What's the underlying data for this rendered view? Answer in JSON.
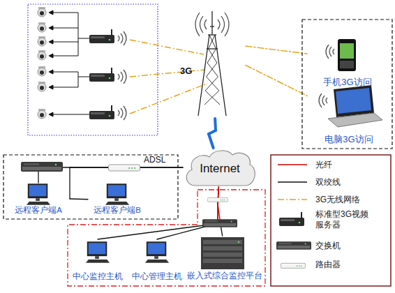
{
  "diagram": {
    "nodes": [
      {
        "text": [
          "3G"
        ]
      },
      {
        "text": [
          "Internet"
        ]
      },
      {
        "text": [
          "手机3G访问"
        ]
      },
      {
        "text": [
          "电脑3G访问"
        ]
      },
      {
        "text": [
          "远程客户端A"
        ]
      },
      {
        "text": [
          "远程客户端B"
        ]
      },
      {
        "text": [
          "中心监控主机"
        ]
      },
      {
        "text": [
          "中心管理主机"
        ]
      },
      {
        "text": [
          "嵌入式综合监控平台"
        ]
      }
    ],
    "edges": [
      {
        "from": 0,
        "to": 1,
        "arrow": "none"
      },
      {
        "from": 0,
        "to": 2,
        "arrow": "none"
      },
      {
        "from": 0,
        "to": 3,
        "arrow": "none"
      },
      {
        "from": 4,
        "to": 1,
        "arrow": "none"
      },
      {
        "from": 5,
        "to": 1,
        "arrow": "none"
      },
      {
        "from": 6,
        "to": 1,
        "arrow": "none"
      },
      {
        "from": 7,
        "to": 1,
        "arrow": "none"
      },
      {
        "from": 8,
        "to": 1,
        "arrow": "none"
      }
    ],
    "labels": [
      "ADSL"
    ],
    "legend": [
      {
        "text": "光纤"
      },
      {
        "text": "双绞线"
      },
      {
        "text": "3G无线网络"
      },
      {
        "text": "标准型3G视频 服务器"
      },
      {
        "text": "交换机"
      },
      {
        "text": "路由器"
      }
    ]
  }
}
